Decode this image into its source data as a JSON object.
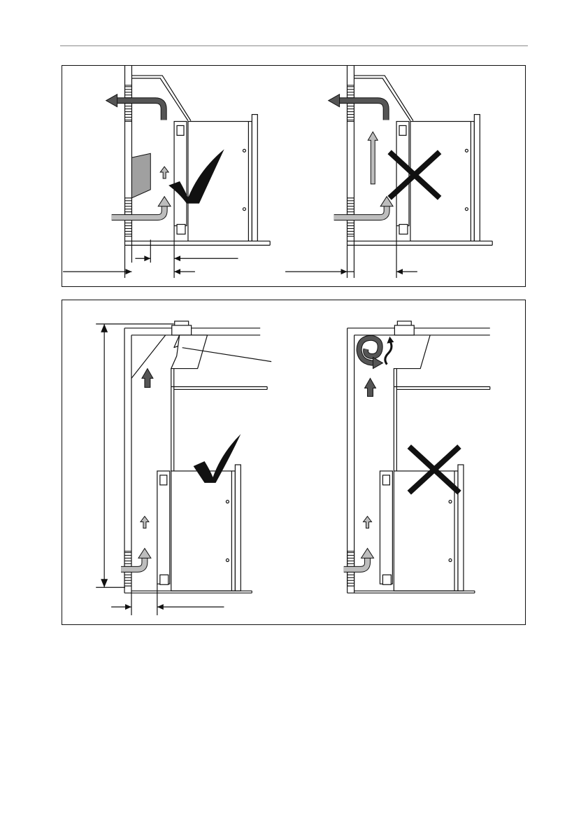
{
  "figure": {
    "panels": [
      {
        "id": "top-left",
        "status": "correct",
        "status_icon": "check-icon"
      },
      {
        "id": "top-right",
        "status": "incorrect",
        "status_icon": "cross-icon"
      },
      {
        "id": "bottom-left",
        "status": "correct",
        "status_icon": "check-icon"
      },
      {
        "id": "bottom-right",
        "status": "incorrect",
        "status_icon": "cross-icon"
      }
    ],
    "colors": {
      "line": "#111111",
      "dark_arrow": "#555555",
      "light_arrow": "#bdbdbd",
      "baffle": "#a0a0a0"
    }
  }
}
